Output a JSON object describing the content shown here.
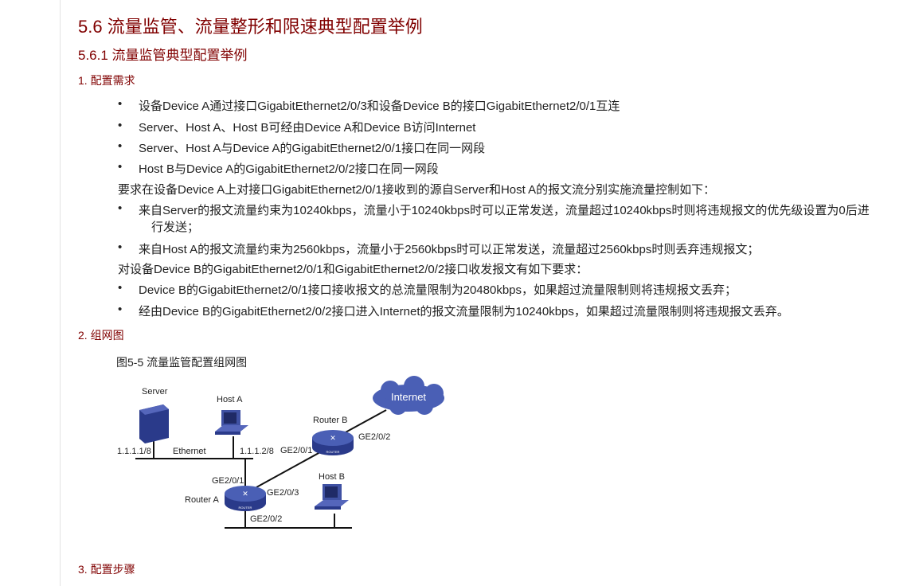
{
  "title": "5.6  流量监管、流量整形和限速典型配置举例",
  "subtitle": "5.6.1  流量监管典型配置举例",
  "section1": "1. 配置需求",
  "bullets_a": [
    "设备Device A通过接口GigabitEthernet2/0/3和设备Device B的接口GigabitEthernet2/0/1互连",
    "Server、Host A、Host B可经由Device A和Device B访问Internet",
    "Server、Host A与Device A的GigabitEthernet2/0/1接口在同一网段",
    "Host B与Device A的GigabitEthernet2/0/2接口在同一网段"
  ],
  "para1": "要求在设备Device A上对接口GigabitEthernet2/0/1接收到的源自Server和Host A的报文流分别实施流量控制如下：",
  "bullets_b": [
    "来自Server的报文流量约束为10240kbps，流量小于10240kbps时可以正常发送，流量超过10240kbps时则将违规报文的优先级设置为0后进",
    "行发送；",
    "来自Host A的报文流量约束为2560kbps，流量小于2560kbps时可以正常发送，流量超过2560kbps时则丢弃违规报文；"
  ],
  "para2": "对设备Device B的GigabitEthernet2/0/1和GigabitEthernet2/0/2接口收发报文有如下要求：",
  "bullets_c": [
    "Device B的GigabitEthernet2/0/1接口接收报文的总流量限制为20480kbps，如果超过流量限制则将违规报文丢弃；",
    "经由Device B的GigabitEthernet2/0/2接口进入Internet的报文流量限制为10240kbps，如果超过流量限制则将违规报文丢弃。"
  ],
  "bullet_glyph": "•",
  "section2": "2. 组网图",
  "figure_caption": "图5-5 流量监管配置组网图",
  "diagram": {
    "server": "Server",
    "host_a": "Host A",
    "host_b": "Host B",
    "router_a": "Router A",
    "router_b": "Router B",
    "internet": "Internet",
    "ethernet": "Ethernet",
    "ip_server": "1.1.1.1/8",
    "ip_host_a": "1.1.1.2/8",
    "ra_ge1": "GE2/0/1",
    "ra_ge2": "GE2/0/2",
    "ra_ge3": "GE2/0/3",
    "rb_ge1": "GE2/0/1",
    "rb_ge2": "GE2/0/2",
    "router_badge": "ROUTER"
  },
  "section3": "3. 配置步骤",
  "colors": {
    "heading": "#800000",
    "device": "#3f51a3"
  }
}
